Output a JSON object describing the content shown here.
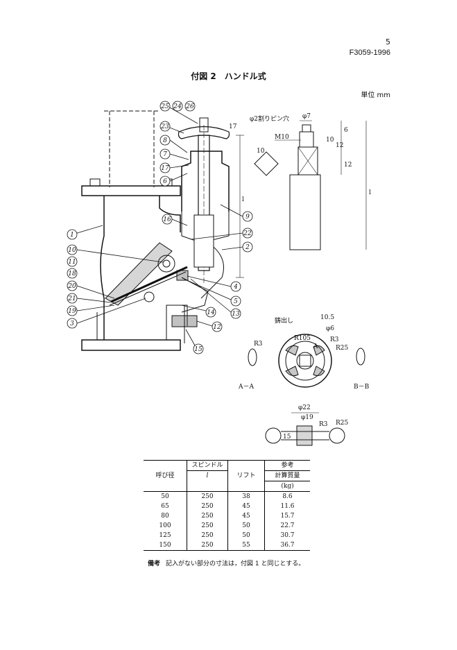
{
  "header": {
    "page_number": "5",
    "doc_code": "F3059-1996"
  },
  "figure": {
    "title": "付図 2　ハンドル式",
    "unit": "単位 mm"
  },
  "callouts": [
    "1",
    "2",
    "3",
    "4",
    "5",
    "6",
    "7",
    "8",
    "9",
    "10",
    "11",
    "12",
    "13",
    "14",
    "15",
    "16",
    "17",
    "18",
    "19",
    "20",
    "21",
    "22",
    "23",
    "24",
    "25",
    "26"
  ],
  "labels": {
    "pin_hole": "φ2割りピン穴",
    "phi7": "φ7",
    "m10": "M10",
    "sq10": "10",
    "dim6": "6",
    "dim12": "12",
    "dim10": "10",
    "dim_l": "l",
    "dim_17": "17",
    "casting": "鋳出し",
    "r10_5": "10.5",
    "phi6": "φ6",
    "r63": "R3",
    "r105": "R105",
    "r25": "R25",
    "letter_a": "A",
    "section_aa": "A－A",
    "section_bb": "B－B",
    "phi22": "φ22",
    "phi19": "φ19",
    "r25b": "R25",
    "r32": "R3",
    "dim15": "15"
  },
  "table": {
    "headers": {
      "nominal": "呼び径",
      "spindle": "スピンドル",
      "spindle_sym": "l",
      "lift": "リフト",
      "ref": "参考",
      "mass": "計算質量",
      "mass_unit": "(kg)"
    },
    "rows": [
      [
        "50",
        "250",
        "38",
        "8.6"
      ],
      [
        "65",
        "250",
        "45",
        "11.6"
      ],
      [
        "80",
        "250",
        "45",
        "15.7"
      ],
      [
        "100",
        "250",
        "50",
        "22.7"
      ],
      [
        "125",
        "250",
        "50",
        "30.7"
      ],
      [
        "150",
        "250",
        "55",
        "36.7"
      ]
    ]
  },
  "note": {
    "label": "備考",
    "text": "記入がない部分の寸法は，付図 1 と同じとする。"
  }
}
